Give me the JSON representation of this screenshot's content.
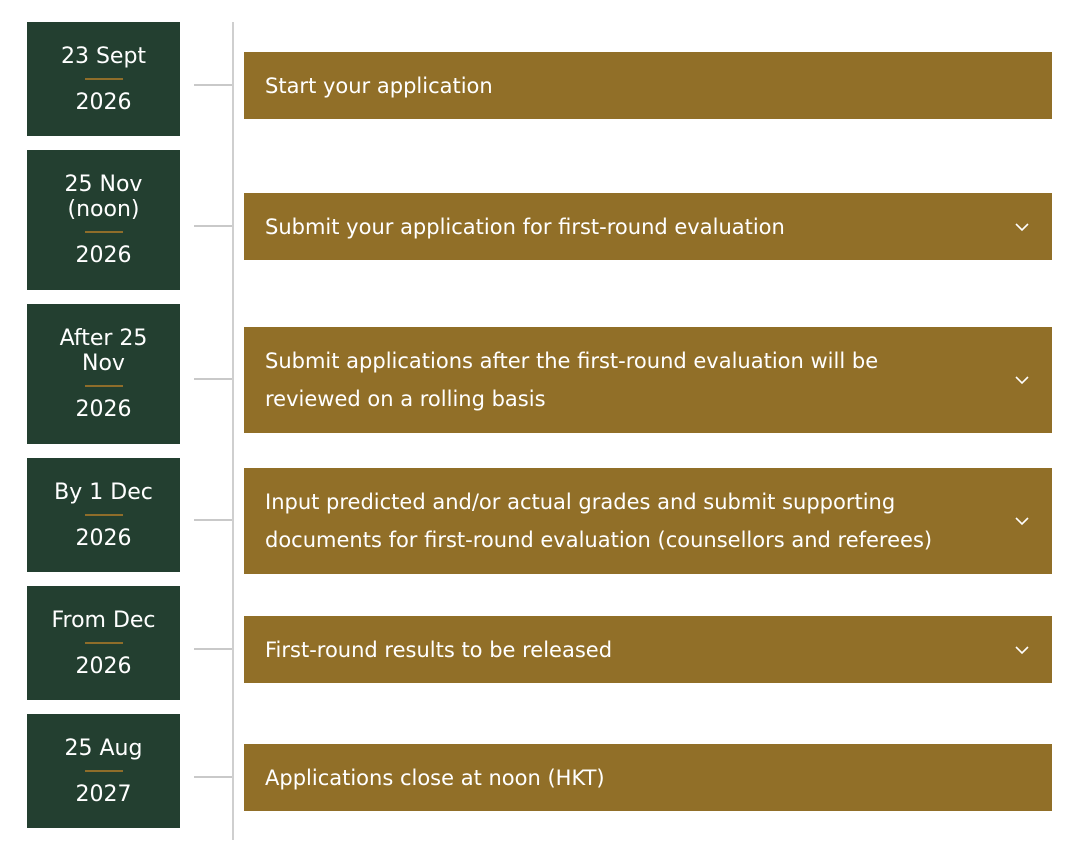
{
  "timeline": {
    "items": [
      {
        "date": "23 Sept",
        "year": "2026",
        "event": "Start your application",
        "expandable": false
      },
      {
        "date": "25 Nov\n(noon)",
        "year": "2026",
        "event": "Submit your application for first-round evaluation",
        "expandable": true
      },
      {
        "date": "After 25\nNov",
        "year": "2026",
        "event": "Submit applications after the first-round evaluation will be reviewed on a rolling basis",
        "expandable": true
      },
      {
        "date": "By 1 Dec",
        "year": "2026",
        "event": "Input predicted and/or actual grades and submit supporting documents for first-round evaluation (counsellors and referees)",
        "expandable": true
      },
      {
        "date": "From Dec",
        "year": "2026",
        "event": "First-round results to be released",
        "expandable": true
      },
      {
        "date": "25 Aug",
        "year": "2027",
        "event": "Applications close at noon (HKT)",
        "expandable": false
      }
    ]
  },
  "colors": {
    "date_bg": "#233f30",
    "event_bg": "#916f28",
    "separator": "#8f6d2a",
    "line": "#cfcfcf"
  },
  "icons": {
    "expand": "chevron-down-icon"
  }
}
